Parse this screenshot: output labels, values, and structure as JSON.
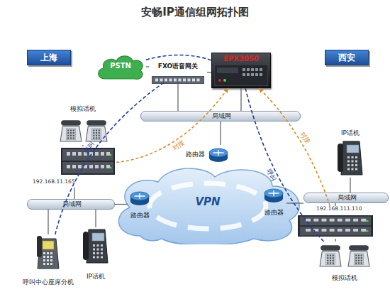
{
  "diagram": {
    "title": "安畅IP通信组网拓扑图",
    "nodes": [
      {
        "text": [
          "上海"
        ]
      },
      {
        "text": [
          "西安"
        ]
      },
      {
        "text": [
          "PSTN"
        ]
      },
      {
        "text": [
          "FXO语音网关"
        ]
      },
      {
        "text": [
          "EPX3050"
        ]
      },
      {
        "text": [
          "局域网"
        ]
      },
      {
        "text": [
          "路由器"
        ]
      },
      {
        "text": [
          "VPN"
        ]
      },
      {
        "text": [
          "模拟话机"
        ]
      },
      {
        "text": [
          "192.168.11.165"
        ]
      },
      {
        "text": [
          "局域网"
        ]
      },
      {
        "text": [
          "路由器"
        ]
      },
      {
        "text": [
          "呼叫中心座席分机"
        ]
      },
      {
        "text": [
          "IP话机"
        ]
      },
      {
        "text": [
          "路由器"
        ]
      },
      {
        "text": [
          "局域网"
        ]
      },
      {
        "text": [
          "IP话机"
        ]
      },
      {
        "text": [
          "192.168.111.110"
        ]
      },
      {
        "text": [
          "模拟话机"
        ]
      }
    ],
    "edges": [
      {
        "from": 2,
        "to": 3,
        "arrow": "none"
      },
      {
        "from": 3,
        "to": 4,
        "arrow": "none"
      },
      {
        "from": 3,
        "to": 5,
        "arrow": "none"
      },
      {
        "from": 4,
        "to": 5,
        "arrow": "none"
      },
      {
        "from": 5,
        "to": 6,
        "arrow": "none"
      },
      {
        "from": 8,
        "to": 9,
        "arrow": "none"
      },
      {
        "from": 9,
        "to": 10,
        "arrow": "none"
      },
      {
        "from": 12,
        "to": 10,
        "arrow": "none"
      },
      {
        "from": 13,
        "to": 10,
        "arrow": "none"
      },
      {
        "from": 10,
        "to": 11,
        "arrow": "none"
      },
      {
        "from": 14,
        "to": 15,
        "arrow": "none"
      },
      {
        "from": 16,
        "to": 15,
        "arrow": "none"
      },
      {
        "from": 17,
        "to": 15,
        "arrow": "none"
      },
      {
        "from": 17,
        "to": 18,
        "arrow": "none"
      },
      {
        "from": 2,
        "to": 4,
        "arrow": "none"
      },
      {
        "from": 12,
        "to": 3,
        "label": "呼叫",
        "arrow": "none"
      },
      {
        "from": 9,
        "to": 4,
        "label": "对接",
        "arrow": "to"
      },
      {
        "from": 4,
        "to": 18,
        "label": "呼叫",
        "arrow": "none"
      },
      {
        "from": 17,
        "to": 4,
        "label": "对接",
        "arrow": "to"
      }
    ]
  }
}
